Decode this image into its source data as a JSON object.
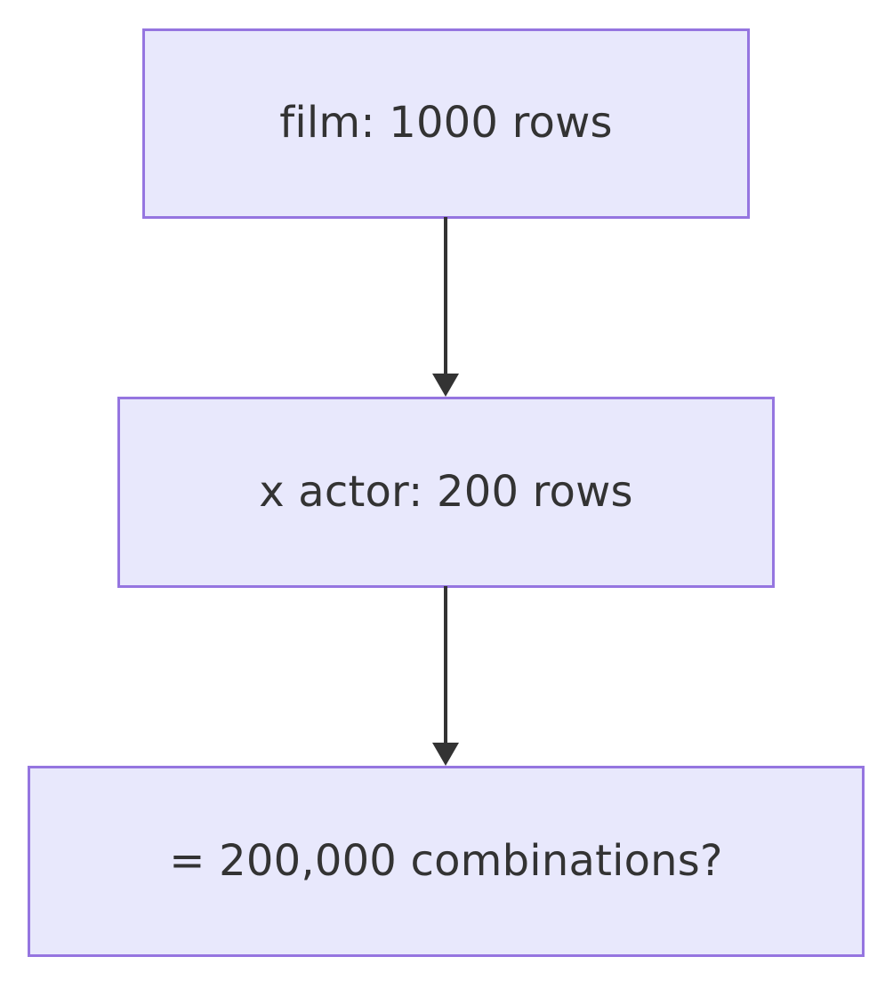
{
  "diagram": {
    "type": "flowchart",
    "direction": "top-to-bottom",
    "background_color": "#ffffff",
    "node_fill_color": "#e8e8fc",
    "node_border_color": "#9575e0",
    "node_text_color": "#333333",
    "edge_color": "#333333",
    "nodes": [
      {
        "id": "film",
        "label": "film: 1000 rows"
      },
      {
        "id": "actor",
        "label": "x actor: 200 rows"
      },
      {
        "id": "combinations",
        "label": "= 200,000 combinations?"
      }
    ],
    "edges": [
      {
        "id": "film-actor",
        "from": "film",
        "to": "actor",
        "label": "",
        "arrowhead": "filled-triangle"
      },
      {
        "id": "actor-combinations",
        "from": "actor",
        "to": "combinations",
        "label": "",
        "arrowhead": "filled-triangle"
      }
    ]
  }
}
